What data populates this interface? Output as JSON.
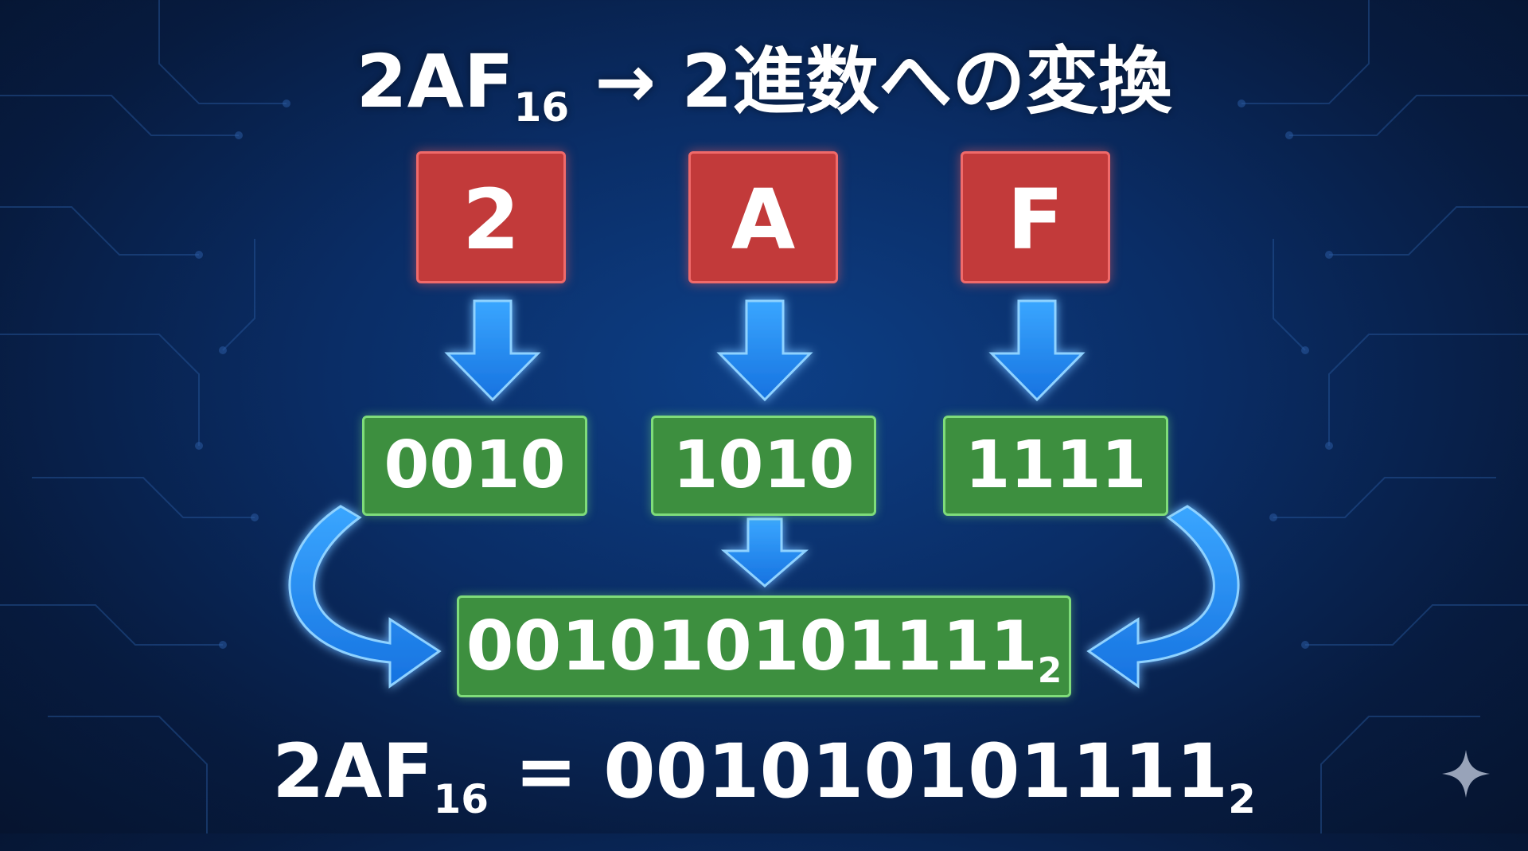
{
  "title": {
    "base": "2AF",
    "subscript": "16",
    "rest": " → 2進数への変換"
  },
  "hex_digits": [
    "2",
    "A",
    "F"
  ],
  "binary_groups": [
    "0010",
    "1010",
    "1111"
  ],
  "result": {
    "value": "001010101111",
    "subscript": "2"
  },
  "equation": {
    "lhs": "2AF",
    "lhs_subscript": "16",
    "operator": " = ",
    "rhs": "001010101111",
    "rhs_subscript": "2"
  },
  "colors": {
    "hex_box": "#c23a3a",
    "binary_box": "#3d8f3f",
    "arrow": "#1e90ff",
    "background": "#0a2d66"
  },
  "icons": [
    "down-arrow-icon",
    "curved-arrow-icon",
    "sparkle-icon"
  ]
}
